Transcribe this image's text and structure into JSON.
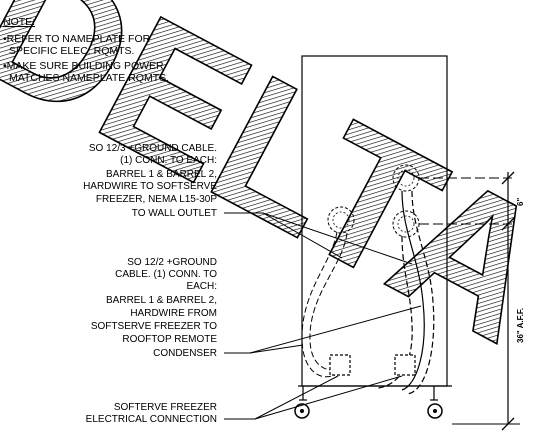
{
  "notes": {
    "title": "NOTE:",
    "lines": [
      "•REFER TO NAMEPLATE FOR",
      "SPECIFIC ELEC. RQMTS.",
      "•MAKE SURE BUILDING POWER",
      "MATCHES NAMEPLATE RQMTS."
    ]
  },
  "callouts": {
    "cable_30p": [
      "SO 12/3 +GROUND CABLE.",
      "(1) CONN. TO EACH:",
      "BARREL 1 & BARREL 2,",
      "HARDWIRE TO SOFTSERVE",
      "FREEZER, NEMA L15-30P",
      "TO WALL OUTLET"
    ],
    "cable_condenser": [
      "SO 12/2 +GROUND",
      "CABLE. (1) CONN. TO",
      "EACH:",
      "BARREL 1 & BARREL 2,",
      "HARDWIRE FROM",
      "SOFTSERVE FREEZER TO",
      "ROOFTOP REMOTE",
      "CONDENSER"
    ],
    "connection": [
      "SOFTERVE FREEZER",
      "ELECTRICAL CONNECTION"
    ]
  },
  "dimensions": {
    "outlet_spacing": "6\"",
    "height_aff": "36\" A.F.F."
  },
  "watermark": {
    "text": "DELTA"
  }
}
